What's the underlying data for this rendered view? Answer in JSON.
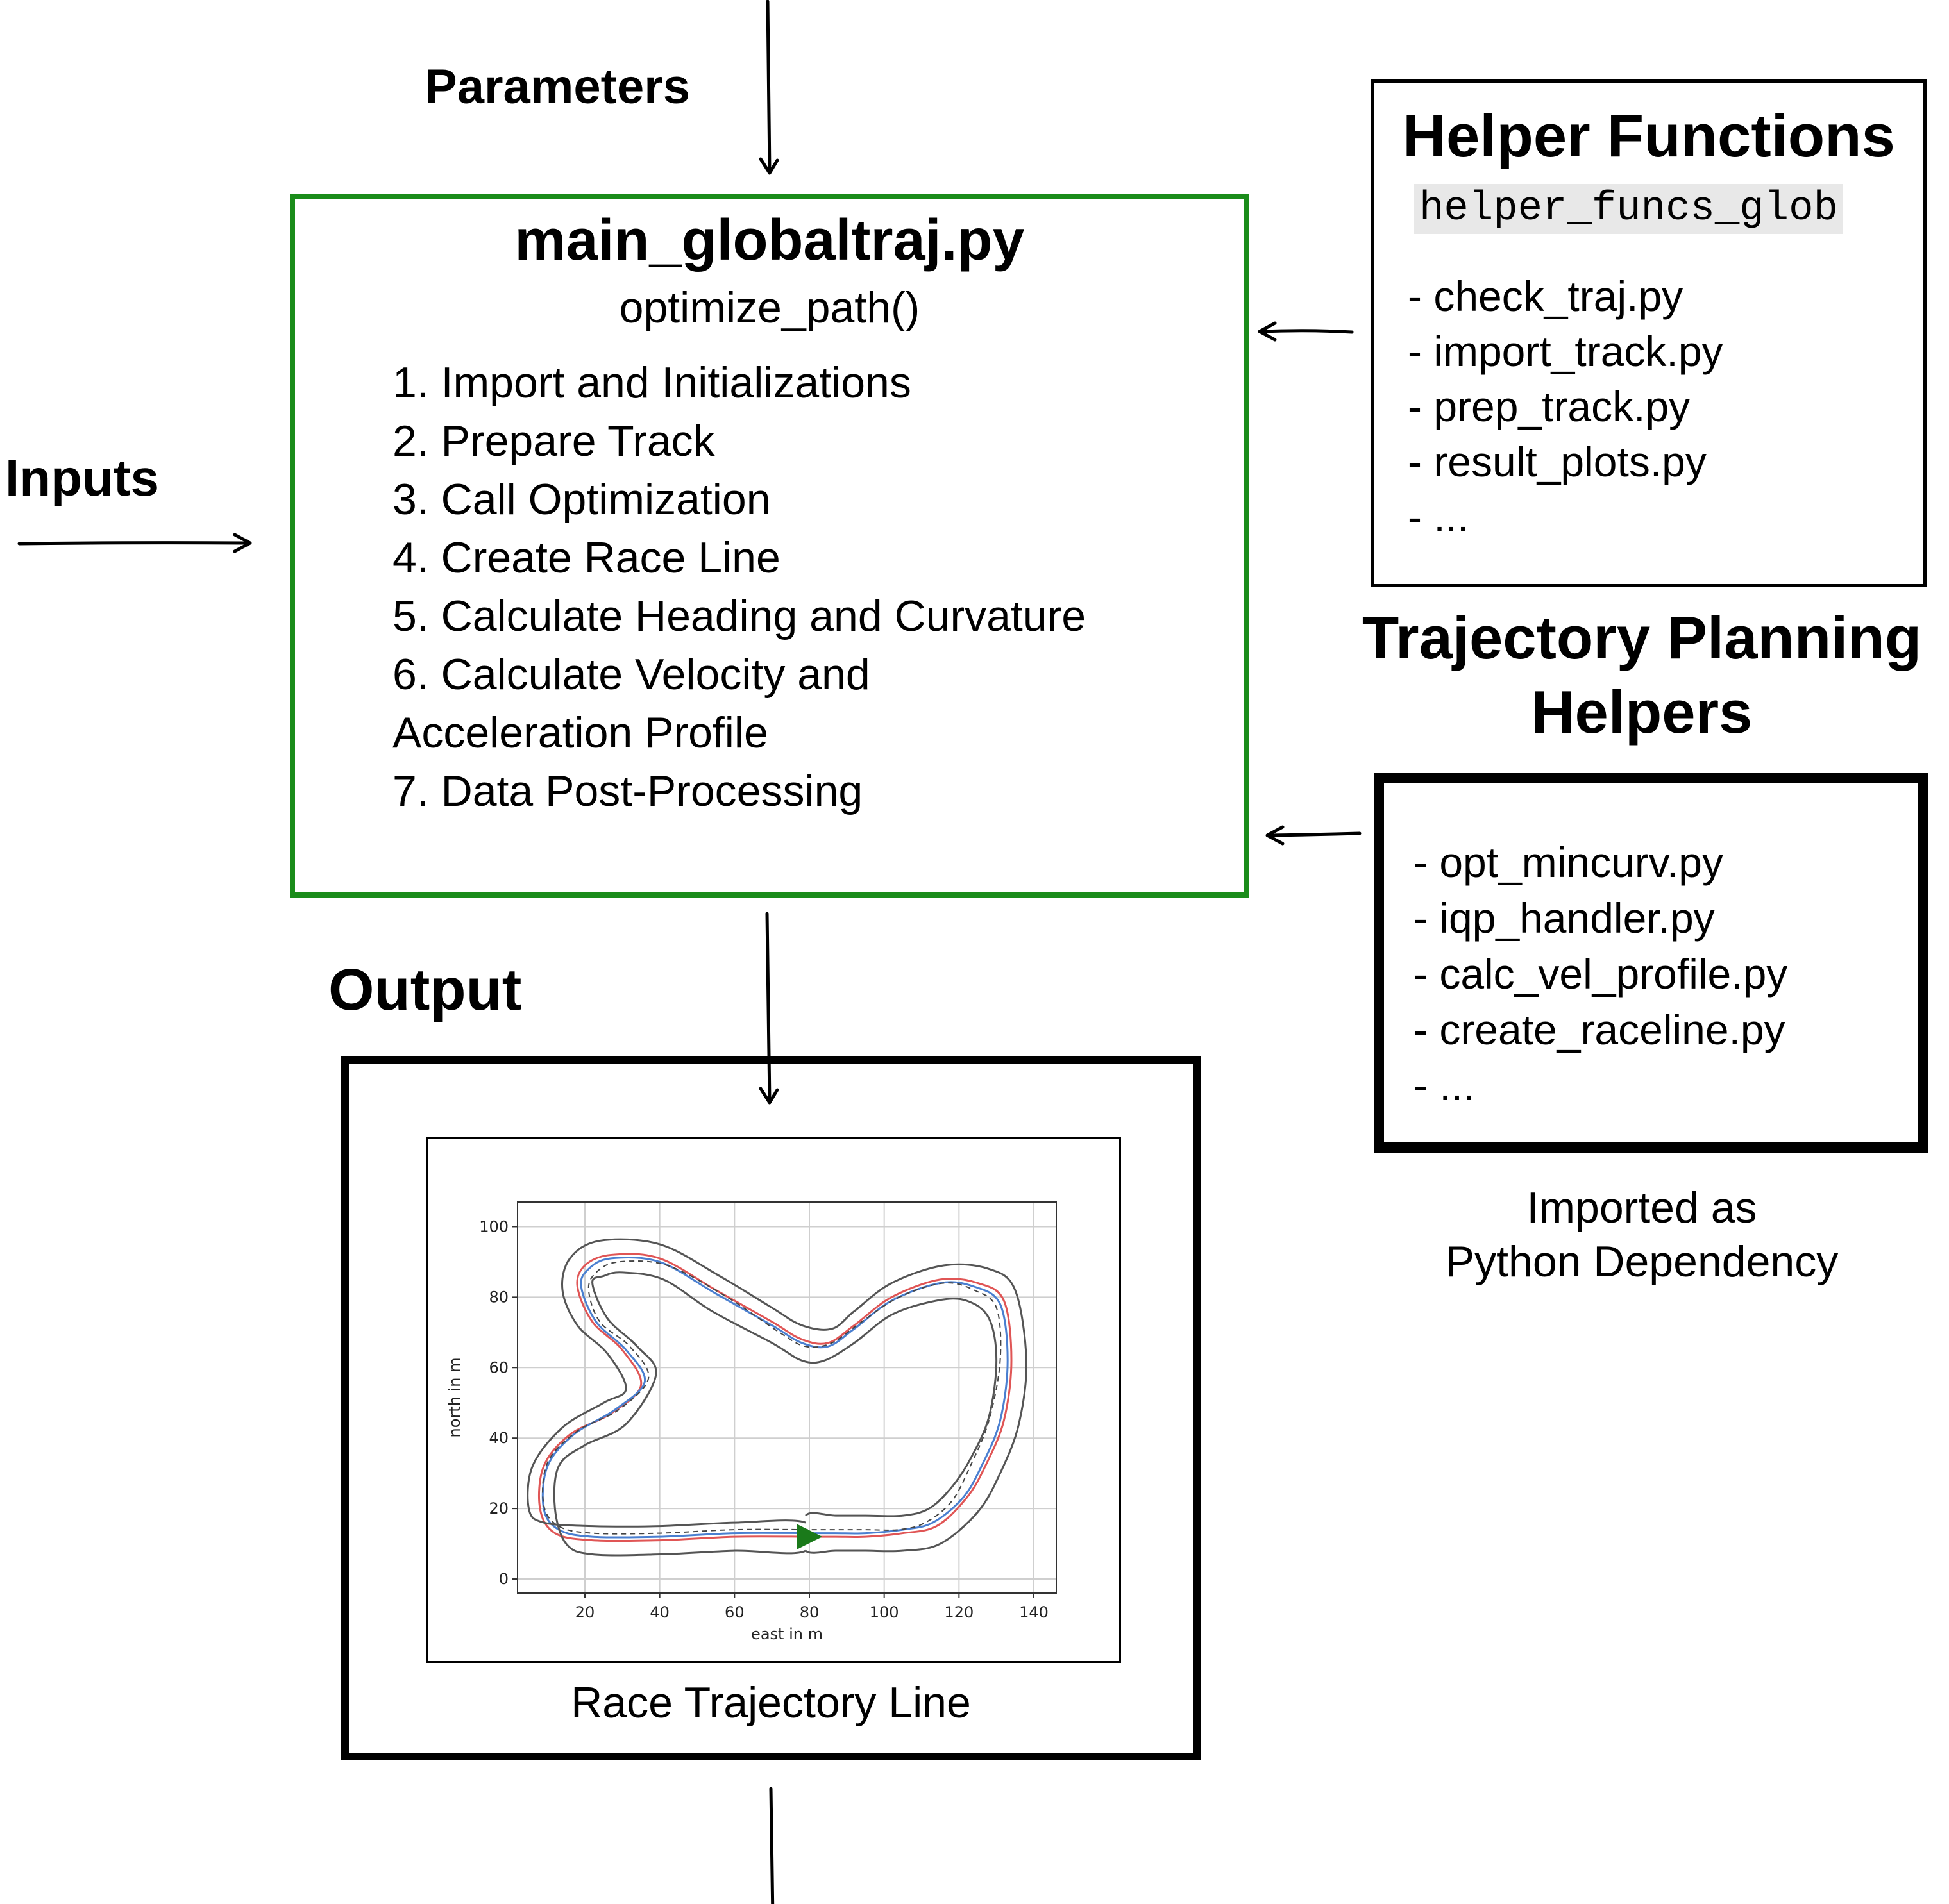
{
  "labels": {
    "parameters": "Parameters",
    "inputs": "Inputs",
    "output": "Output",
    "helper_title": "Helper Functions",
    "tph_title_line1": "Trajectory Planning",
    "tph_title_line2": "Helpers",
    "imported_line1": "Imported as",
    "imported_line2": "Python Dependency"
  },
  "main_box": {
    "title": "main_globaltraj.py",
    "subtitle": "optimize_path()",
    "steps": [
      "1. Import and Initializations",
      "2. Prepare Track",
      "3. Call Optimization",
      "4. Create Race Line",
      "5. Calculate Heading and Curvature",
      "6. Calculate Velocity and",
      "Acceleration Profile",
      "7. Data Post-Processing"
    ],
    "border_color": "#1a8c1a"
  },
  "helper_box": {
    "module": "helper_funcs_glob",
    "items": [
      "- check_traj.py",
      "- import_track.py",
      "- prep_track.py",
      "- result_plots.py",
      "- ..."
    ]
  },
  "tph_box": {
    "items": [
      "- opt_mincurv.py",
      "- iqp_handler.py",
      "- calc_vel_profile.py",
      "- create_raceline.py",
      "- ..."
    ]
  },
  "output_box": {
    "caption": "Race Trajectory Line"
  },
  "chart_data": {
    "type": "line",
    "xlabel": "east in m",
    "ylabel": "north in m",
    "xticks": [
      20,
      40,
      60,
      80,
      100,
      120,
      140
    ],
    "yticks": [
      0,
      20,
      40,
      60,
      80,
      100
    ],
    "xlim": [
      2,
      146
    ],
    "ylim": [
      -4,
      107
    ],
    "grid": true,
    "series": [
      {
        "color": "#e05555",
        "x": [
          79,
          60,
          40,
          22,
          12,
          8,
          9,
          16,
          27,
          35,
          30,
          22,
          18,
          20,
          27,
          40,
          55,
          70,
          78,
          85,
          92,
          102,
          115,
          125,
          132,
          134,
          132,
          127,
          122,
          114,
          105,
          95,
          87,
          79
        ],
        "y": [
          12,
          12,
          11,
          11,
          13,
          20,
          32,
          41,
          47,
          55,
          65,
          73,
          83,
          89,
          92,
          91,
          82,
          73,
          68,
          67,
          72,
          80,
          85,
          84,
          79,
          62,
          45,
          32,
          23,
          15,
          13,
          12,
          12,
          12
        ]
      },
      {
        "color": "#4a7fd0",
        "x": [
          79,
          60,
          40,
          22,
          13,
          9,
          10,
          17,
          28,
          36,
          31,
          23,
          19,
          21,
          27,
          40,
          55,
          70,
          78,
          85,
          92,
          102,
          115,
          124,
          131,
          133,
          131,
          126,
          121,
          113,
          105,
          95,
          87,
          79
        ],
        "y": [
          13,
          13,
          12,
          12,
          14,
          20,
          32,
          41,
          48,
          56,
          65,
          73,
          83,
          88,
          91,
          90,
          81,
          72,
          67,
          66,
          71,
          79,
          84,
          83,
          78,
          62,
          45,
          32,
          23,
          16,
          14,
          13,
          13,
          13
        ]
      },
      {
        "color": "#444444",
        "x": [
          79,
          60,
          40,
          22,
          13,
          9,
          10,
          18,
          29,
          37,
          32,
          24,
          21,
          23,
          29,
          42,
          58,
          72,
          79,
          86,
          94,
          104,
          116,
          124,
          130,
          131,
          128,
          123,
          118,
          111,
          104,
          95,
          87,
          79
        ],
        "y": [
          14,
          14,
          13,
          13,
          15,
          21,
          33,
          42,
          48,
          57,
          66,
          73,
          82,
          87,
          90,
          89,
          80,
          70,
          66,
          67,
          73,
          80,
          84,
          82,
          77,
          62,
          45,
          32,
          22,
          16,
          14,
          14,
          14,
          14
        ],
        "dashed": true
      },
      {
        "color": "#555555",
        "x": [
          79,
          60,
          40,
          22,
          9,
          5,
          6,
          14,
          25,
          31,
          26,
          18,
          14,
          16,
          24,
          40,
          56,
          70,
          78,
          86,
          92,
          102,
          116,
          128,
          135,
          138,
          136,
          131,
          125,
          115,
          105,
          95,
          87,
          79
        ],
        "y": [
          16,
          16,
          15,
          15,
          16,
          20,
          32,
          43,
          50,
          54,
          64,
          72,
          82,
          91,
          96,
          95,
          86,
          77,
          72,
          71,
          76,
          84,
          89,
          88,
          82,
          62,
          44,
          30,
          19,
          10,
          8,
          8,
          8,
          8
        ]
      },
      {
        "color": "#555555",
        "x": [
          79,
          60,
          40,
          22,
          15,
          12,
          13,
          20,
          31,
          39,
          34,
          26,
          22,
          25,
          30,
          41,
          54,
          70,
          78,
          84,
          92,
          102,
          114,
          122,
          128,
          130,
          128,
          123,
          118,
          112,
          105,
          95,
          87,
          79
        ],
        "y": [
          8,
          8,
          7,
          7,
          10,
          20,
          32,
          38,
          44,
          58,
          66,
          74,
          84,
          86,
          87,
          85,
          76,
          67,
          62,
          62,
          67,
          75,
          79,
          79,
          74,
          62,
          46,
          34,
          26,
          20,
          18,
          18,
          18,
          18
        ]
      }
    ],
    "start_marker": {
      "x": 79,
      "y": 12,
      "color": "#1a7a1a"
    }
  }
}
